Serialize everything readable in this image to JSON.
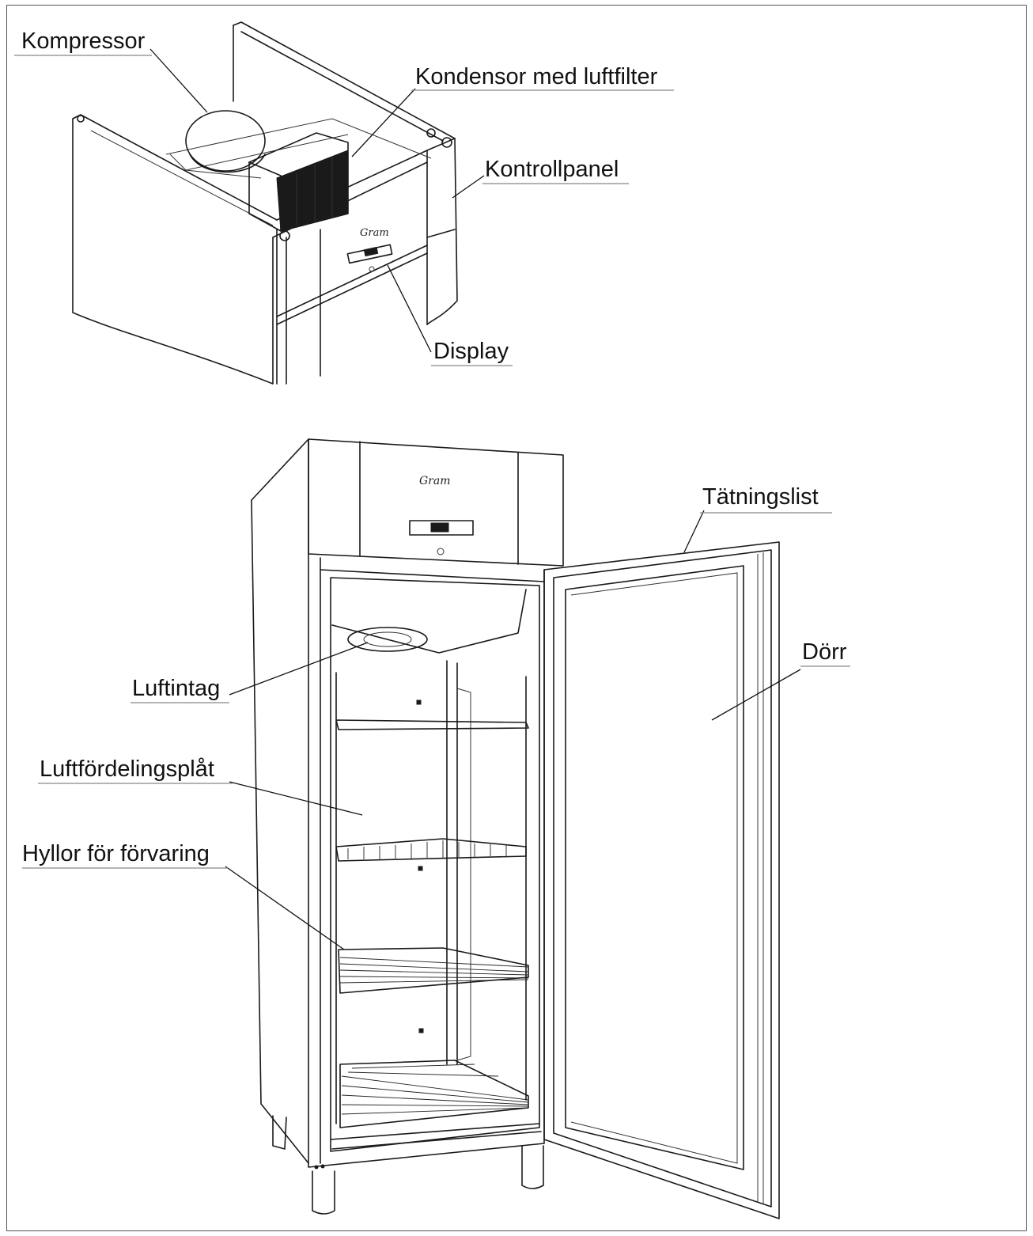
{
  "labels": {
    "kompressor": "Kompressor",
    "kondensor": "Kondensor med luftfilter",
    "kontrollpanel": "Kontrollpanel",
    "display": "Display",
    "tatningslist": "Tätningslist",
    "dorr": "Dörr",
    "luftintag": "Luftintag",
    "luftfordelingsplat": "Luftfördelingsplåt",
    "hyllor": "Hyllor för förvaring"
  }
}
